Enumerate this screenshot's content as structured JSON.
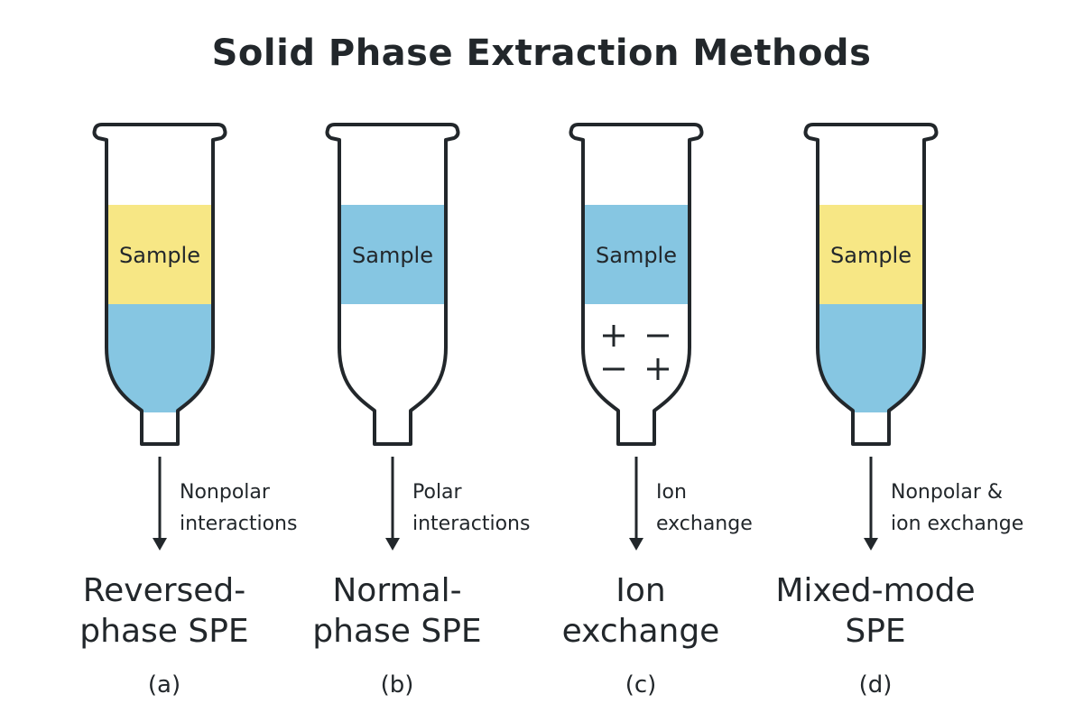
{
  "title": "Solid Phase Extraction Methods",
  "colors": {
    "yellow": "#f7e785",
    "blue": "#86c6e2",
    "stroke": "#22272b"
  },
  "methods": [
    {
      "sample_label": "Sample",
      "sample_color": "yellow",
      "lower_fill": "blue",
      "charges": false,
      "interaction": [
        "Nonpolar",
        "interactions"
      ],
      "name": [
        "Reversed-",
        "phase SPE"
      ],
      "tag": "(a)"
    },
    {
      "sample_label": "Sample",
      "sample_color": "blue",
      "lower_fill": "none",
      "charges": false,
      "interaction": [
        "Polar",
        "interactions"
      ],
      "name": [
        "Normal-",
        "phase SPE"
      ],
      "tag": "(b)"
    },
    {
      "sample_label": "Sample",
      "sample_color": "blue",
      "lower_fill": "none",
      "charges": true,
      "interaction": [
        "Ion",
        "exchange"
      ],
      "name": [
        "Ion",
        "exchange"
      ],
      "tag": "(c)"
    },
    {
      "sample_label": "Sample",
      "sample_color": "yellow",
      "lower_fill": "blue",
      "charges": false,
      "interaction": [
        "Nonpolar &",
        "ion exchange"
      ],
      "name": [
        "Mixed-mode",
        "SPE"
      ],
      "tag": "(d)"
    }
  ]
}
